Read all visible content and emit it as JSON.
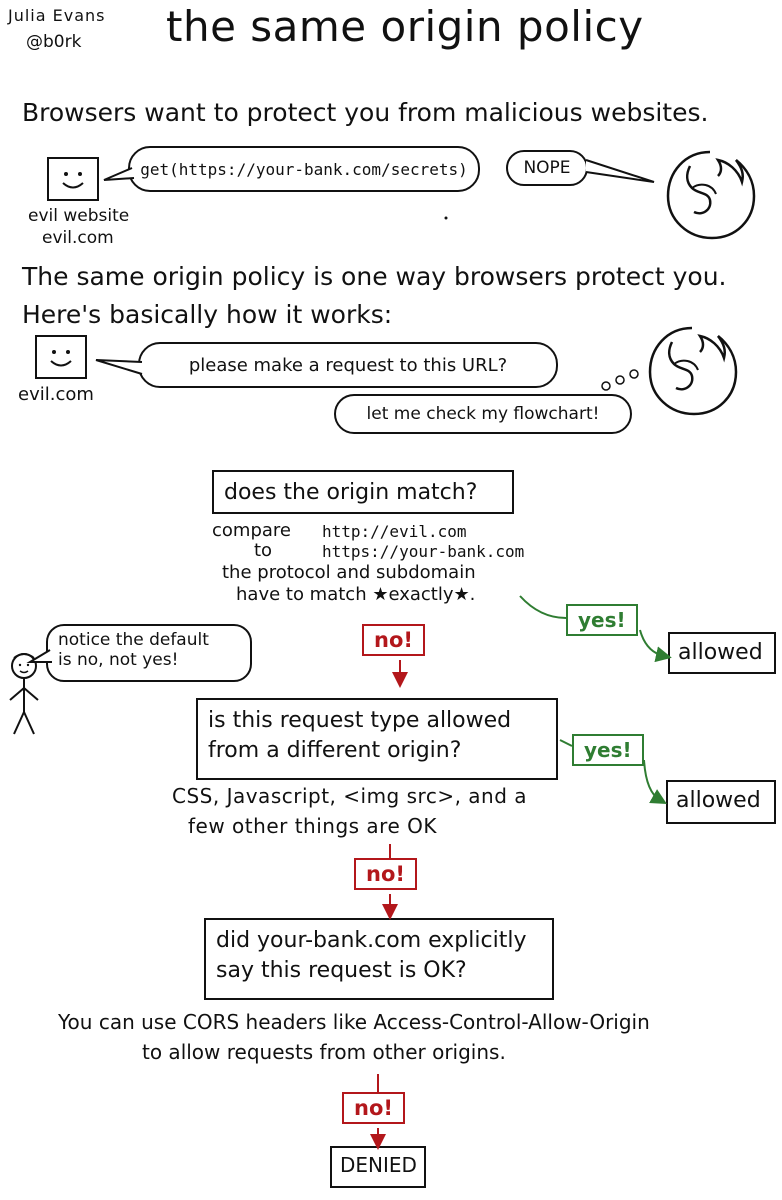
{
  "header": {
    "author_name": "Julia Evans",
    "author_handle": "@b0rk",
    "title": "the same origin policy"
  },
  "intro": {
    "line1": "Browsers want to protect you from malicious websites.",
    "request_text": "get(https://your-bank.com/secrets)",
    "nope_text": "NOPE",
    "evil_label1": "evil website",
    "evil_label2": "evil.com",
    "line2": "The same origin policy is one way browsers protect you.",
    "line3": "Here's basically how it works:"
  },
  "scene2": {
    "evil_label": "evil.com",
    "request_bubble": "please make a request to this URL?",
    "browser_thought": "let me check my flowchart!"
  },
  "flowchart": {
    "q1": "does the origin match?",
    "compare_word": "compare",
    "to_word": "to",
    "compare_a": "http://evil.com",
    "compare_b": "https://your-bank.com",
    "note1_line1": "the protocol and subdomain",
    "note1_line2": "have to match ★exactly★.",
    "yes1": "yes!",
    "allowed1": "allowed",
    "no1": "no!",
    "stick_note_line1": "notice the default",
    "stick_note_line2": "is no, not yes!",
    "q2_line1": "is this request type allowed",
    "q2_line2": "from a different origin?",
    "yes2": "yes!",
    "allowed2": "allowed",
    "note2_line1": "CSS, Javascript, <img src>, and a",
    "note2_line2": "few other things are OK",
    "no2": "no!",
    "q3_line1": "did your-bank.com explicitly",
    "q3_line2": "say this request is OK?",
    "note3_line1": "You can use CORS headers like Access-Control-Allow-Origin",
    "note3_line2": "to allow requests from other origins.",
    "no3": "no!",
    "denied": "DENIED"
  },
  "colors": {
    "ink": "#111111",
    "no_red": "#b3171b",
    "yes_green": "#2f7d32"
  },
  "icons": [
    "smiley-square-icon",
    "firefox-icon",
    "stick-figure-icon",
    "arrow-icon"
  ]
}
